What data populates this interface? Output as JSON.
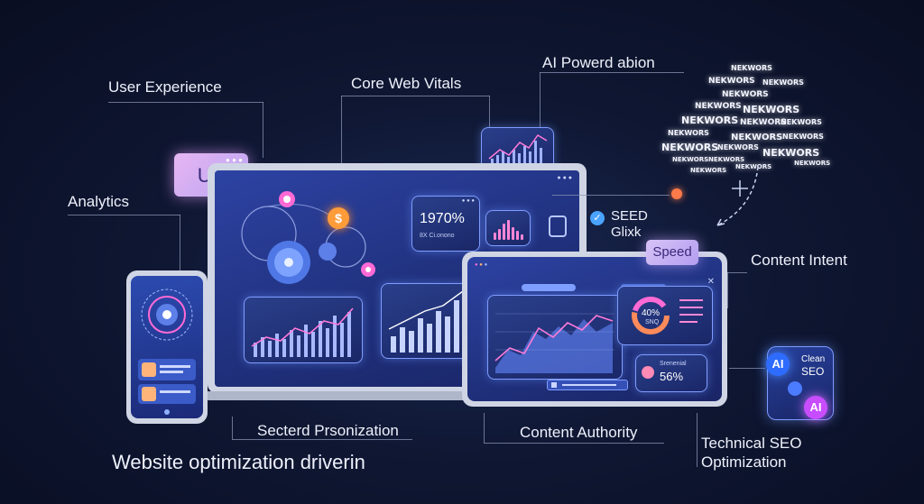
{
  "labels": {
    "user_experience": "User Experience",
    "core_web_vitals": "Core Web Vitals",
    "ai_powered": "AI Powerd abion",
    "analytics": "Analytics",
    "seed_title": "SEED",
    "seed_sub": "Glixk",
    "content_intent": "Content Intent",
    "secterd": "Secterd Prsonization",
    "content_authority": "Content Authority",
    "technical_seo_1": "Technical SEO",
    "technical_seo_2": "Optimization",
    "footer_title": "Website optimization driverin"
  },
  "badges": {
    "ux": "UX",
    "speed": "Speed",
    "ai_1": "AI",
    "ai_2": "AI",
    "clean": "Clean",
    "seo": "SEO",
    "dollar": "$"
  },
  "laptop": {
    "stat_value": "1970%",
    "stat_sub": "8X Ci.onono"
  },
  "tablet": {
    "ring_value": "40%",
    "ring_sub": "SNQ",
    "card_label": "Srenenial",
    "card_value": "56%"
  },
  "keyword_cloud": [
    "NEKWORS",
    "NEKWORS",
    "NEKWORS",
    "NEKWORS",
    "NEKWORS",
    "NEKWORS",
    "NEKWORS",
    "NEKWORS",
    "NEKWORS",
    "NEKWORS",
    "NEKWORS",
    "NEKWORS",
    "NEKWORS",
    "NEKWORS",
    "NEKWORS",
    "NEKWORS",
    "NEKWORS",
    "NEKWORS",
    "NEKWORS",
    "NEKWORS"
  ],
  "colors": {
    "accent_pink": "#ff6ad5",
    "accent_blue": "#6e8cff",
    "badge_ux": "#d9a8f0",
    "badge_speed": "#c9b3f5",
    "background": "#0f1733"
  },
  "icons": [
    "dollar-icon",
    "check-shield-icon",
    "lock-icon",
    "ai-chip-icon",
    "avatar-icon"
  ]
}
